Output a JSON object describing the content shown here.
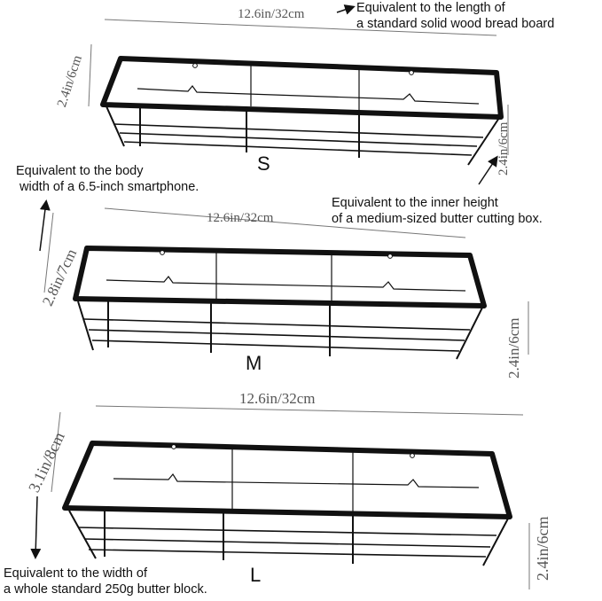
{
  "dimensions": {
    "s_width": "12.6in/32cm",
    "s_depth": "2.4in/6cm",
    "s_height": "2.4in/6cm",
    "m_width": "12.6in/32cm",
    "m_depth": "2.8in/7cm",
    "m_height": "2.4in/6cm",
    "l_width": "12.6in/32cm",
    "l_depth": "3.1in/8cm",
    "l_height": "2.4in/6cm"
  },
  "sizes": {
    "small": "S",
    "medium": "M",
    "large": "L"
  },
  "notes": {
    "bread_board": [
      "Equivalent to the length of",
      "a standard solid wood bread board"
    ],
    "smartphone": [
      "Equivalent to the body",
      " width of a 6.5-inch smartphone."
    ],
    "butter_box": [
      "Equivalent to the inner height",
      "of a medium-sized butter cutting box."
    ],
    "butter_block": [
      "Equivalent to the width of",
      "a whole standard 250g butter block."
    ]
  },
  "colors": {
    "metal": "#111111",
    "dimension_text": "#555555",
    "background": "#ffffff"
  }
}
